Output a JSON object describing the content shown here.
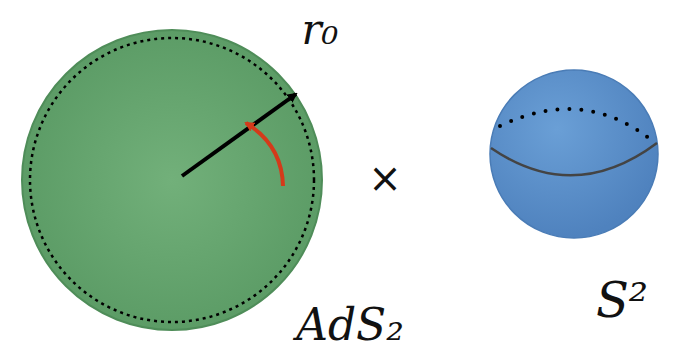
{
  "diagram": {
    "labels": [
      "r₀",
      "×",
      "AdS₂",
      "S²"
    ]
  }
}
